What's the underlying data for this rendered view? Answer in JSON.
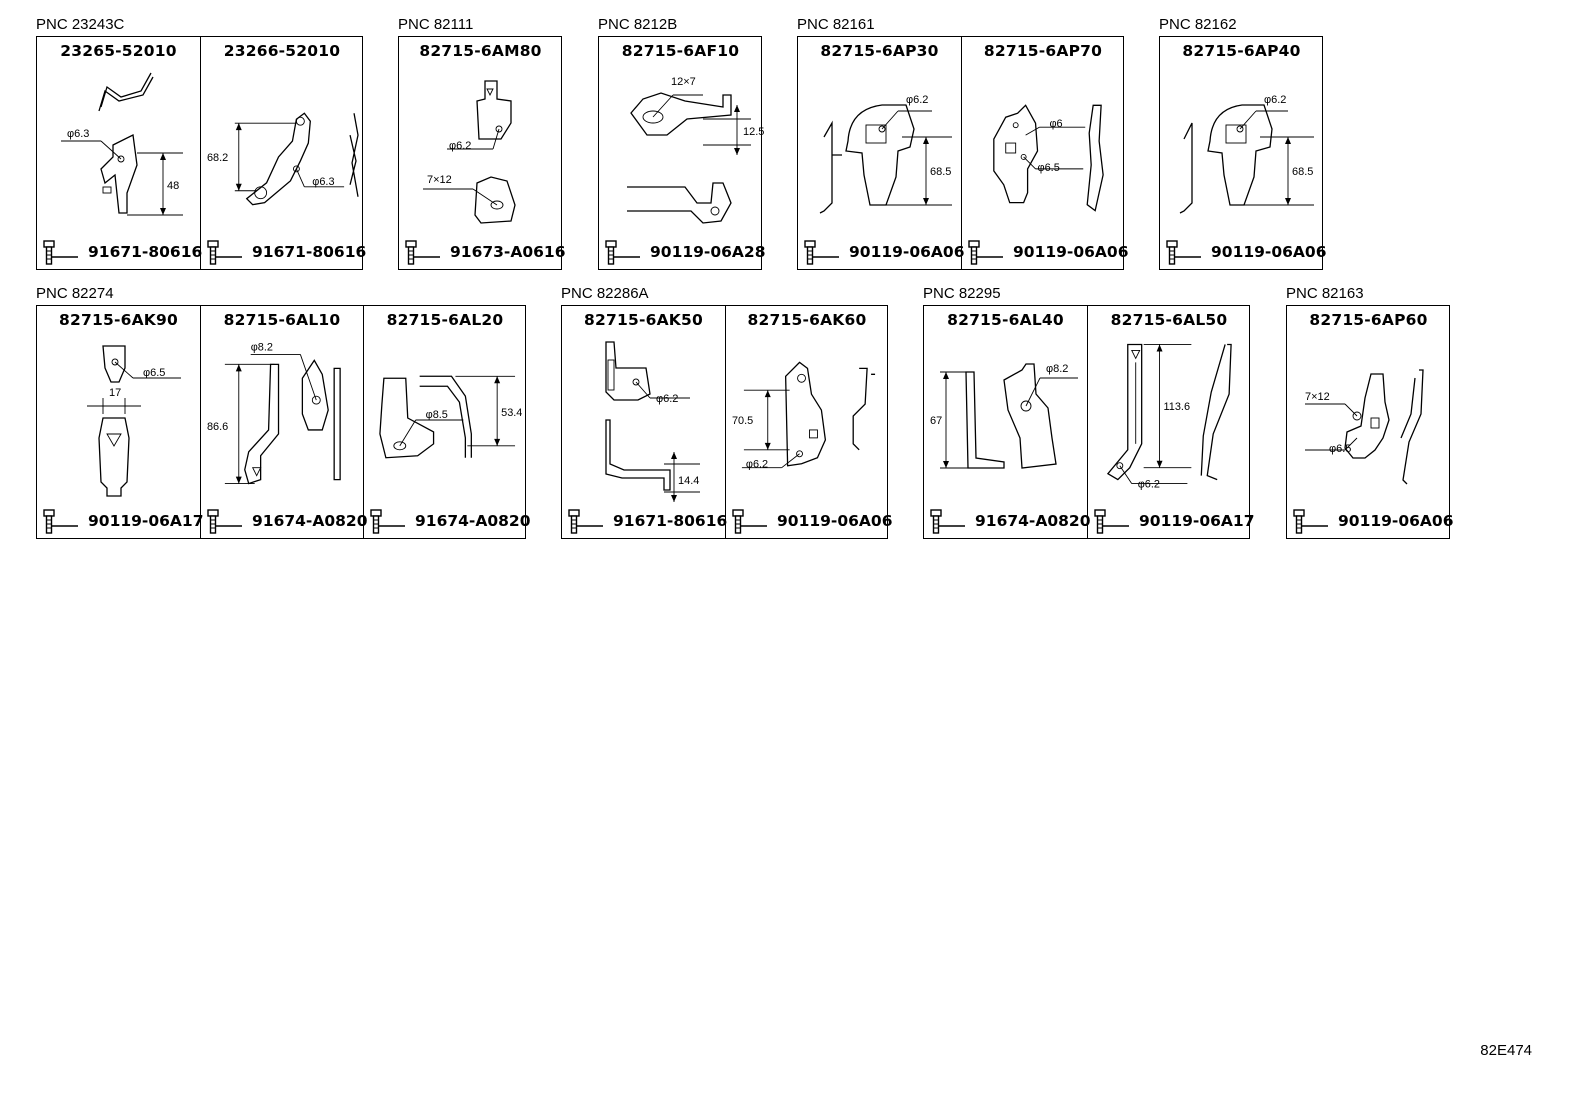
{
  "figure_id": "82E474",
  "groups": [
    {
      "pnc": "PNC 23243C",
      "cells": [
        {
          "part": "23265-52010",
          "bolt": "91671-80616",
          "dims": [
            "φ6.3",
            "48"
          ]
        },
        {
          "part": "23266-52010",
          "bolt": "91671-80616",
          "dims": [
            "68.2",
            "φ6.3"
          ]
        }
      ]
    },
    {
      "pnc": "PNC 82111",
      "cells": [
        {
          "part": "82715-6AM80",
          "bolt": "91673-A0616",
          "dims": [
            "φ6.2",
            "7×12"
          ]
        }
      ]
    },
    {
      "pnc": "PNC 8212B",
      "cells": [
        {
          "part": "82715-6AF10",
          "bolt": "90119-06A28",
          "dims": [
            "12×7",
            "12.5"
          ]
        }
      ]
    },
    {
      "pnc": "PNC 82161",
      "cells": [
        {
          "part": "82715-6AP30",
          "bolt": "90119-06A06",
          "dims": [
            "φ6.2",
            "68.5"
          ]
        },
        {
          "part": "82715-6AP70",
          "bolt": "90119-06A06",
          "dims": [
            "φ6",
            "φ6.5"
          ]
        }
      ]
    },
    {
      "pnc": "PNC 82162",
      "cells": [
        {
          "part": "82715-6AP40",
          "bolt": "90119-06A06",
          "dims": [
            "φ6.2",
            "68.5"
          ]
        }
      ]
    },
    {
      "pnc": "PNC 82274",
      "cells": [
        {
          "part": "82715-6AK90",
          "bolt": "90119-06A17",
          "dims": [
            "φ6.5",
            "17"
          ]
        },
        {
          "part": "82715-6AL10",
          "bolt": "91674-A0820",
          "dims": [
            "φ8.2",
            "86.6"
          ]
        },
        {
          "part": "82715-6AL20",
          "bolt": "91674-A0820",
          "dims": [
            "φ8.5",
            "53.4"
          ]
        }
      ]
    },
    {
      "pnc": "PNC 82286A",
      "cells": [
        {
          "part": "82715-6AK50",
          "bolt": "91671-80616",
          "dims": [
            "φ6.2",
            "14.4"
          ]
        },
        {
          "part": "82715-6AK60",
          "bolt": "90119-06A06",
          "dims": [
            "70.5",
            "φ6.2"
          ]
        }
      ]
    },
    {
      "pnc": "PNC 82295",
      "cells": [
        {
          "part": "82715-6AL40",
          "bolt": "91674-A0820",
          "dims": [
            "67",
            "φ8.2"
          ]
        },
        {
          "part": "82715-6AL50",
          "bolt": "90119-06A17",
          "dims": [
            "113.6",
            "φ6.2"
          ]
        }
      ]
    },
    {
      "pnc": "PNC 82163",
      "cells": [
        {
          "part": "82715-6AP60",
          "bolt": "90119-06A06",
          "dims": [
            "7×12",
            "φ6.5"
          ]
        }
      ]
    }
  ]
}
